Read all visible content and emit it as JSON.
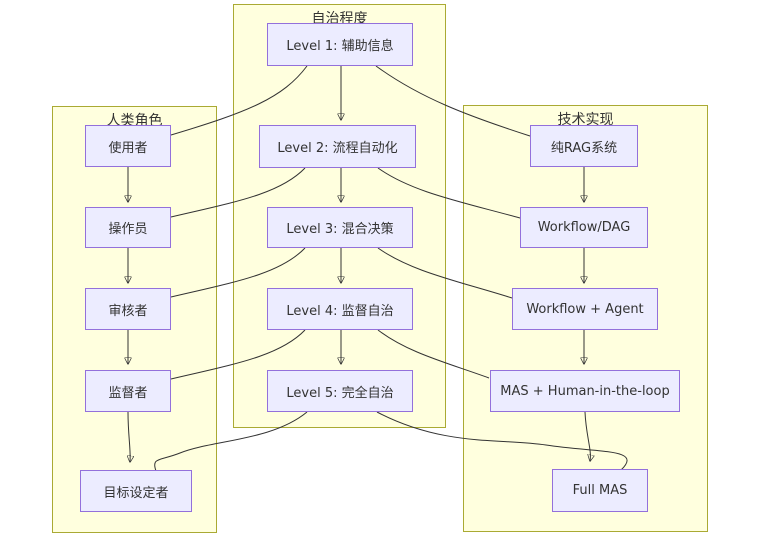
{
  "diagram": {
    "type": "flowchart",
    "colors": {
      "subgraph_fill": "#ffffde",
      "subgraph_border": "#aaaa33",
      "node_fill": "#ececff",
      "node_border": "#9370db",
      "edge_stroke": "#333333",
      "text": "#333333"
    }
  },
  "subgraphs": {
    "autonomy": {
      "title": "自治程度",
      "nodes": [
        {
          "id": "L1",
          "label": "Level 1: 辅助信息"
        },
        {
          "id": "L2",
          "label": "Level 2: 流程自动化"
        },
        {
          "id": "L3",
          "label": "Level 3: 混合决策"
        },
        {
          "id": "L4",
          "label": "Level 4: 监督自治"
        },
        {
          "id": "L5",
          "label": "Level 5: 完全自治"
        }
      ]
    },
    "human": {
      "title": "人类角色",
      "nodes": [
        {
          "id": "user",
          "label": "使用者"
        },
        {
          "id": "operator",
          "label": "操作员"
        },
        {
          "id": "reviewer",
          "label": "审核者"
        },
        {
          "id": "supervisor",
          "label": "监督者"
        },
        {
          "id": "goalsetter",
          "label": "目标设定者"
        }
      ]
    },
    "tech": {
      "title": "技术实现",
      "nodes": [
        {
          "id": "rag",
          "label": "纯RAG系统"
        },
        {
          "id": "wdag",
          "label": "Workflow/DAG"
        },
        {
          "id": "wagent",
          "label": "Workflow + Agent"
        },
        {
          "id": "mas",
          "label": "MAS + Human-in-the-loop"
        },
        {
          "id": "fullmas",
          "label": "Full MAS"
        }
      ]
    }
  },
  "edges": [
    {
      "from": "L1",
      "to": "L2",
      "arrow": true
    },
    {
      "from": "L2",
      "to": "L3",
      "arrow": true
    },
    {
      "from": "L3",
      "to": "L4",
      "arrow": true
    },
    {
      "from": "L4",
      "to": "L5",
      "arrow": true
    },
    {
      "from": "使用者",
      "to": "操作员",
      "arrow": true
    },
    {
      "from": "操作员",
      "to": "审核者",
      "arrow": true
    },
    {
      "from": "审核者",
      "to": "监督者",
      "arrow": true
    },
    {
      "from": "监督者",
      "to": "目标设定者",
      "arrow": true
    },
    {
      "from": "纯RAG系统",
      "to": "Workflow/DAG",
      "arrow": true
    },
    {
      "from": "Workflow/DAG",
      "to": "Workflow + Agent",
      "arrow": true
    },
    {
      "from": "Workflow + Agent",
      "to": "MAS + Human-in-the-loop",
      "arrow": true
    },
    {
      "from": "MAS + Human-in-the-loop",
      "to": "Full MAS",
      "arrow": true
    },
    {
      "from": "Level 1",
      "to": "使用者",
      "arrow": false
    },
    {
      "from": "Level 1",
      "to": "纯RAG系统",
      "arrow": false
    },
    {
      "from": "Level 2",
      "to": "操作员",
      "arrow": false
    },
    {
      "from": "Level 2",
      "to": "Workflow/DAG",
      "arrow": false
    },
    {
      "from": "Level 3",
      "to": "审核者",
      "arrow": false
    },
    {
      "from": "Level 3",
      "to": "Workflow + Agent",
      "arrow": false
    },
    {
      "from": "Level 4",
      "to": "监督者",
      "arrow": false
    },
    {
      "from": "Level 4",
      "to": "MAS + Human-in-the-loop",
      "arrow": false
    },
    {
      "from": "Level 5",
      "to": "目标设定者",
      "arrow": false
    },
    {
      "from": "Level 5",
      "to": "Full MAS",
      "arrow": false
    }
  ]
}
